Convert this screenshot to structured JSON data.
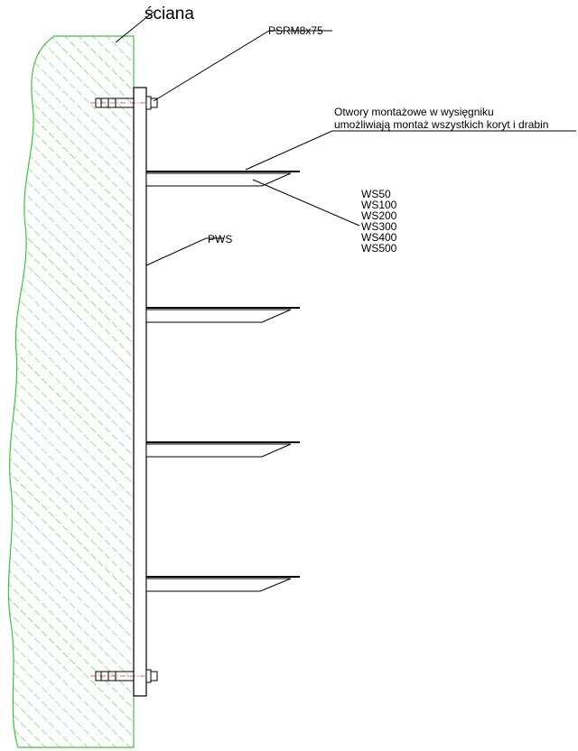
{
  "labels": {
    "wall": "ściana",
    "anchor": "PSRM8x75",
    "note_line1": "Otwory montażowe w wysięgniku",
    "note_line2": "umożliwiają montaż wszystkich koryt i drabin",
    "post": "PWS",
    "arm_models": [
      "WS50",
      "WS100",
      "WS200",
      "WS300",
      "WS400",
      "WS500"
    ]
  },
  "colors": {
    "wall_hatch": "#3cc43c",
    "line": "#000000",
    "anchor_axis": "#e03030",
    "background": "#ffffff"
  },
  "bracket_count": 4,
  "anchor_count": 2
}
